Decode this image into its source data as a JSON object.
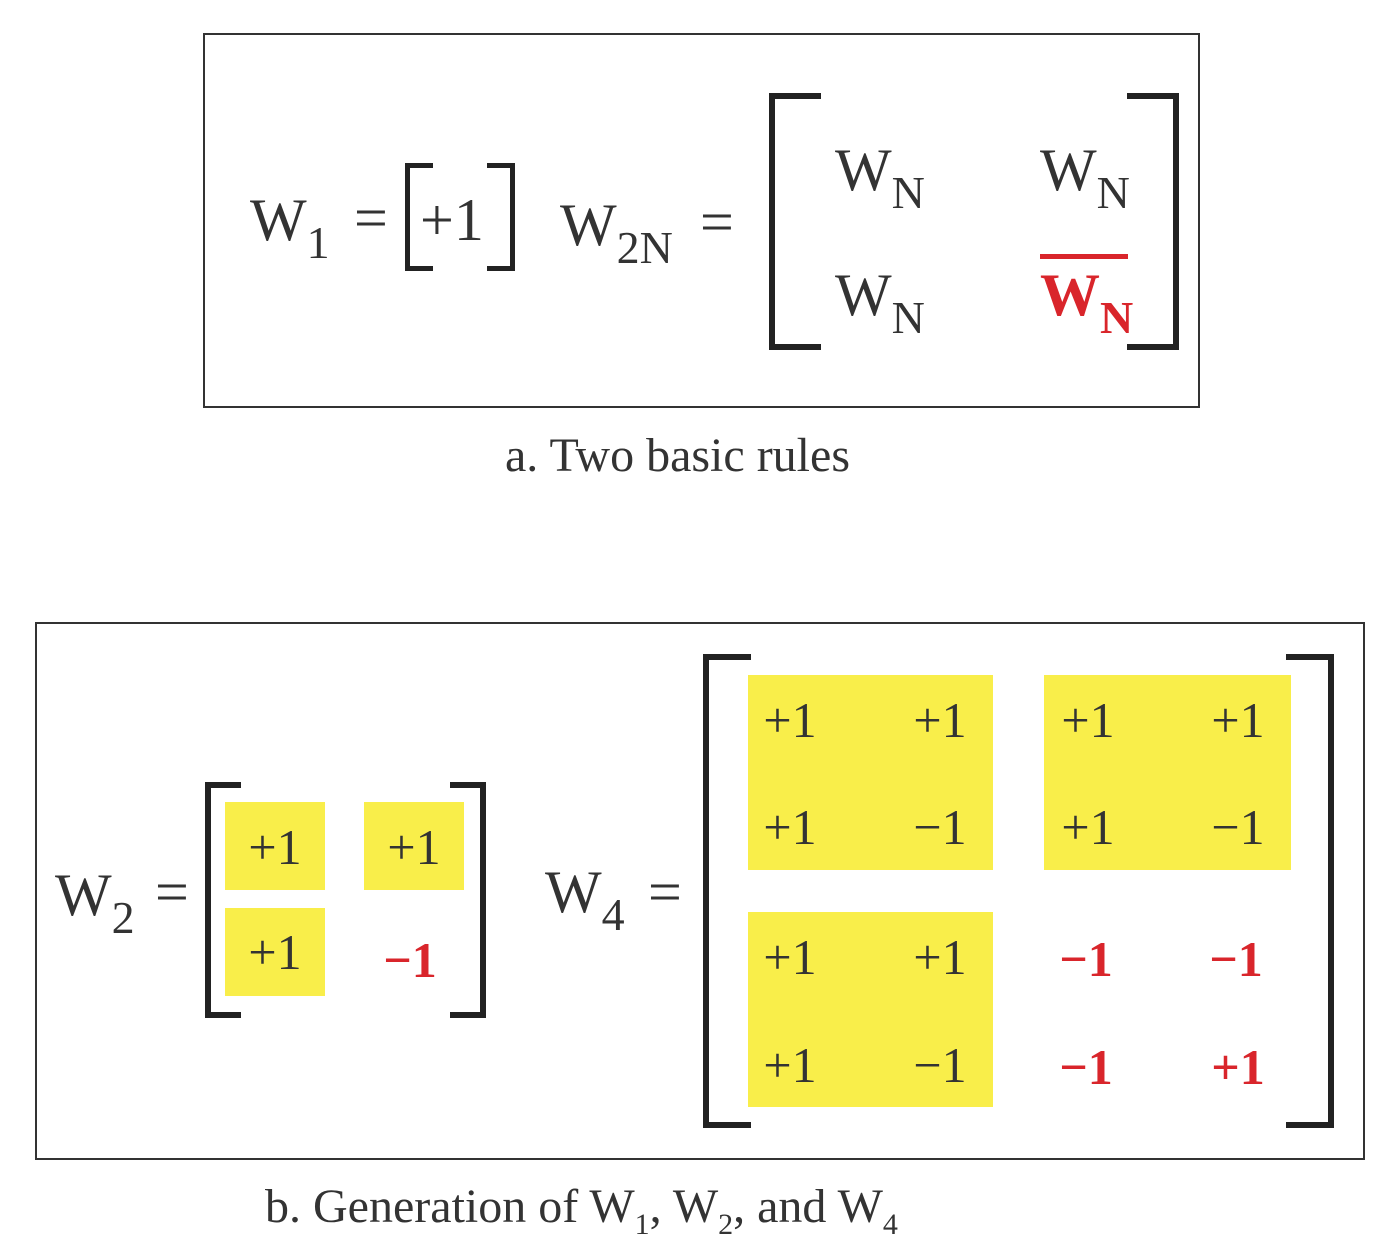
{
  "colors": {
    "highlight": "#f9ee4a",
    "negative": "#d9252b",
    "ink": "#333333"
  },
  "panel_a": {
    "w1": {
      "base": "W",
      "sub": "1"
    },
    "w1_value": "+1",
    "w2n": {
      "base": "W",
      "sub": "2N"
    },
    "equals": "=",
    "matrix": [
      [
        {
          "base": "W",
          "sub": "N"
        },
        {
          "base": "W",
          "sub": "N"
        }
      ],
      [
        {
          "base": "W",
          "sub": "N"
        },
        {
          "base": "W",
          "sub": "N",
          "complement": true
        }
      ]
    ],
    "caption": "a. Two basic rules"
  },
  "panel_b": {
    "w2": {
      "base": "W",
      "sub": "2",
      "rows": [
        [
          "+1",
          "+1"
        ],
        [
          "+1",
          "−1"
        ]
      ]
    },
    "w4": {
      "base": "W",
      "sub": "4",
      "rows": [
        [
          "+1",
          "+1",
          "+1",
          "+1"
        ],
        [
          "+1",
          "−1",
          "+1",
          "−1"
        ],
        [
          "+1",
          "+1",
          "−1",
          "−1"
        ],
        [
          "+1",
          "−1",
          "−1",
          "+1"
        ]
      ]
    },
    "equals": "=",
    "caption": {
      "prefix": "b. Generation of ",
      "w": "W",
      "s1": "1",
      "sep1": ", ",
      "s2": "2",
      "sep2": ", and ",
      "s4": "4"
    }
  }
}
